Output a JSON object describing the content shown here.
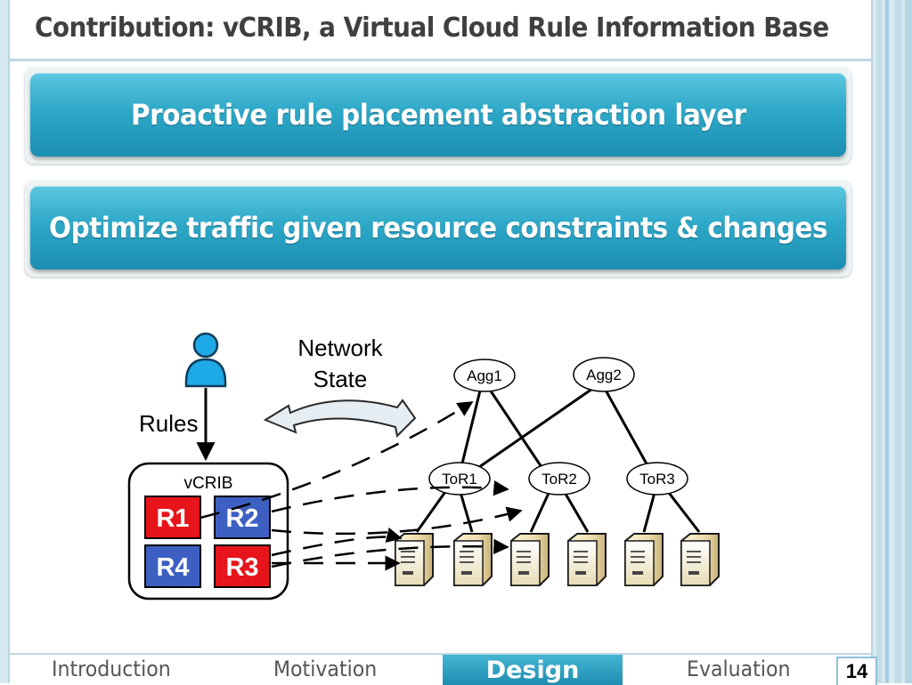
{
  "slide": {
    "title": "Contribution: vCRIB, a Virtual Cloud Rule Information Base",
    "banners": [
      "Proactive rule placement abstraction layer",
      "Optimize traffic given resource constraints & changes"
    ]
  },
  "diagram": {
    "network_state_line1": "Network",
    "network_state_line2": "State",
    "rules_label": "Rules",
    "vcrib_label": "vCRIB",
    "rules": [
      {
        "label": "R1",
        "color": "#e8141b"
      },
      {
        "label": "R2",
        "color": "#3e5fc2"
      },
      {
        "label": "R4",
        "color": "#3e5fc2"
      },
      {
        "label": "R3",
        "color": "#e8141b"
      }
    ],
    "agg_switches": [
      "Agg1",
      "Agg2"
    ],
    "tor_switches": [
      "ToR1",
      "ToR2",
      "ToR3"
    ]
  },
  "footer": {
    "nav": [
      "Introduction",
      "Motivation",
      "Design",
      "Evaluation"
    ],
    "active": "Design",
    "page_number": "14"
  },
  "colors": {
    "banner_accent": "#2ea8c8",
    "user_icon": "#1eaae6"
  }
}
